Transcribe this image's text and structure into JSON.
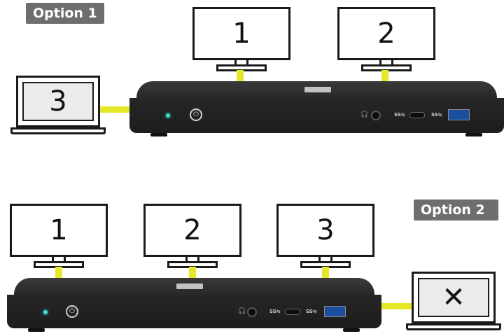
{
  "option1": {
    "label": "Option 1",
    "monitors": [
      "1",
      "2"
    ],
    "laptop": "3"
  },
  "option2": {
    "label": "Option 2",
    "monitors": [
      "1",
      "2",
      "3"
    ],
    "laptop_icon": "x-icon"
  },
  "symbols": {
    "power": "⏻",
    "headphone": "🎧",
    "x": "✕",
    "ss_usb": "SS⇆"
  },
  "colors": {
    "cable": "#e4e829",
    "label_bg": "#6e6e6e",
    "dock": "#262626",
    "led": "#39e0c9",
    "x_mark": "#e0312b"
  }
}
